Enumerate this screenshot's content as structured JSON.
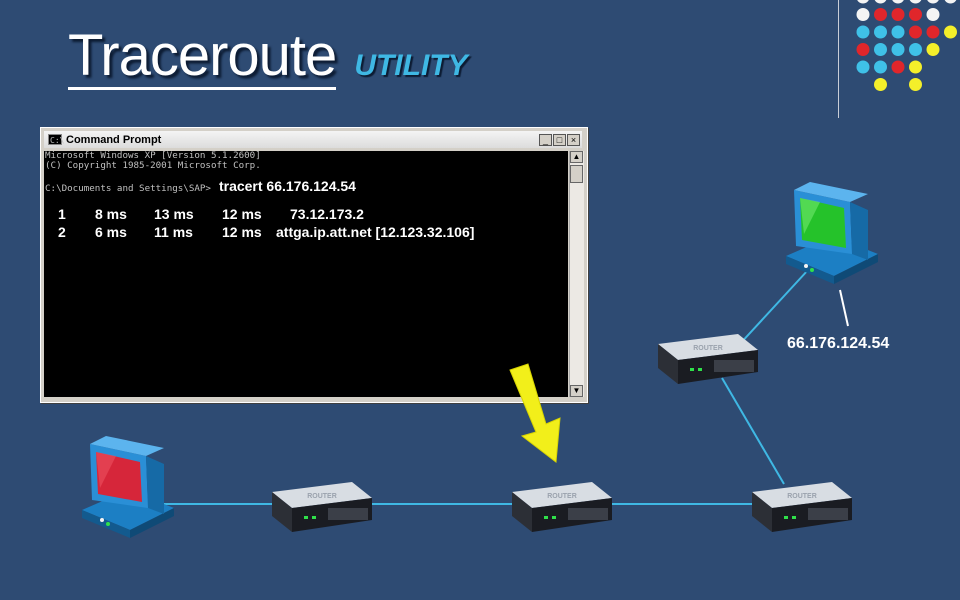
{
  "slide": {
    "title_main": "Traceroute",
    "title_sub": "UTILITY"
  },
  "colors": {
    "background": "#2e4b73",
    "accent_cyan": "#3fb8e4",
    "arrow_yellow": "#f2ef1a",
    "dot_red": "#e0262b",
    "dot_yellow": "#f4ef2a",
    "dot_cyan": "#3fc1e8",
    "dot_white": "#f4f4f4"
  },
  "cmd_window": {
    "title": "Command Prompt",
    "icon": "cmd-icon",
    "icon_text": "C:\\",
    "buttons": [
      "_",
      "□",
      "×"
    ],
    "header_lines": [
      "Microsoft Windows XP [Version 5.1.2600]",
      "(C) Copyright 1985-2001 Microsoft Corp."
    ],
    "prompt": "C:\\Documents and Settings\\SAP>",
    "command": "tracert 66.176.124.54",
    "hops": [
      {
        "num": "1",
        "t1": "8 ms",
        "t2": "13 ms",
        "t3": "12 ms",
        "host": "73.12.173.2"
      },
      {
        "num": "2",
        "t1": "6 ms",
        "t2": "11 ms",
        "t3": "12 ms",
        "host": "attga.ip.att.net  [12.123.32.106]"
      }
    ]
  },
  "network": {
    "router_label": "ROUTER",
    "destination_ip": "66.176.124.54",
    "source_computer": "computer-icon-red",
    "destination_computer": "computer-icon-green",
    "pointer": "down-arrow-icon"
  }
}
